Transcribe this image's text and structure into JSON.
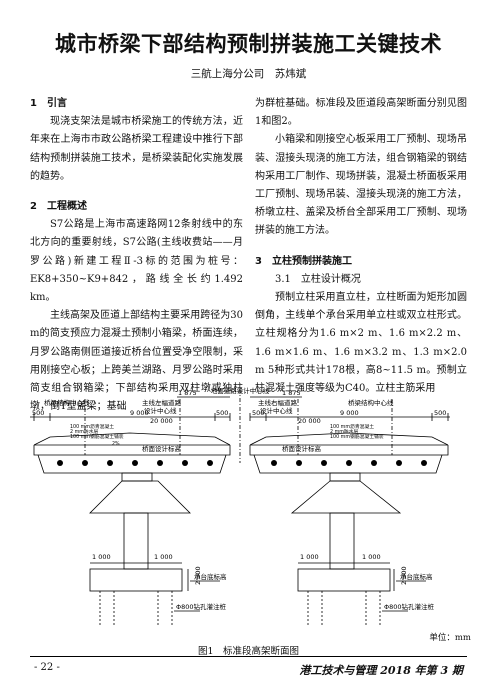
{
  "title": "城市桥梁下部结构预制拼装施工关键技术",
  "author": "三航上海分公司　苏炜斌",
  "left_col": {
    "s1_heading": "1　引言",
    "s1_p1": "现浇支架法是城市桥梁施工的传统方法，近年来在上海市市政公路桥梁工程建设中推行下部结构预制拼装施工技术，是桥梁装配化实施发展的趋势。",
    "s2_heading": "2　工程概述",
    "s2_p1": "S7公路是上海市高速路网12条射线中的东北方向的重要射线，S7公路(主线收费站——月罗公路)新建工程Ⅱ-3标的范围为桩号：EK8+350~K9+842，路线全长约1.492 km。",
    "s2_p2": "主线高架及匝道上部结构主要采用跨径为30 m的简支预应力混凝土预制小箱梁，桥面连续，月罗公路南侧匝道接近桥台位置受净空限制，采用刚接空心板；上跨美兰湖路、月罗公路时采用简支组合钢箱梁；下部结构采用双柱墩或独柱墩，倒T型盖梁；基础"
  },
  "right_col": {
    "p_cont": "为群桩基础。标准段及匝道段高架断面分别见图1和图2。",
    "p_a": "小箱梁和刚接空心板采用工厂预制、现场吊装、湿接头现浇的施工方法，组合钢箱梁的钢结构采用工厂制作、现场拼装，混凝土桥面板采用工厂预制、现场吊装、湿接头现浇的施工方法，桥墩立柱、盖梁及桥台全部采用工厂预制、现场拼装的施工方法。",
    "s3_heading": "3　立柱预制拼装施工",
    "s31_heading": "3.1　立柱设计概况",
    "p_b": "预制立柱采用直立柱，立柱断面为矩形加圆倒角，主线单个承台采用单立柱或双立柱形式。立柱规格分为1.6 m×2 m、1.6 m×2.2 m、1.6 m×1.6 m、1.6 m×3.2 m、1.3 m×2.0 m 5种形式共计178根，高8~11.5 m。预制立柱混凝土强度等级为C40。立柱主筋采用"
  },
  "figure": {
    "top_label": "地面道路设计中心线",
    "left_dim_1875": "1 875",
    "right_dim_1875": "1 875",
    "left_bridge_cl": "桥梁结构中心线",
    "left_main_cl_1": "主线左幅道路",
    "left_main_cl_2": "设计中心线",
    "right_main_cl_1": "主线右幅道路",
    "right_main_cl_2": "设计中心线",
    "right_bridge_cl": "桥梁结构中心线",
    "dim_20000_l": "20 000",
    "dim_20000_r": "20 000",
    "dim_500_1": "500",
    "dim_9000_1": "9 000",
    "dim_500_2": "500",
    "dim_500_3": "500",
    "dim_9000_2": "9 000",
    "dim_500_4": "500",
    "pave_1": "100 mm沥青混凝土",
    "pave_2": "2 mm防水层",
    "pave_3": "100 mm钢筋混凝土铺装",
    "pave_1r": "100 mm沥青混凝土",
    "pave_2r": "2 mm防水层",
    "pave_3r": "100 mm钢筋混凝土铺装",
    "slope": "2%",
    "deck_elev_l": "桥面设计标高",
    "deck_elev_r": "桥面设计标高",
    "cap_dim_1": "1 000",
    "cap_dim_2": "1 000",
    "cap_dim_3": "1 000",
    "cap_dim_4": "1 000",
    "cap_h_l": "2 300",
    "cap_h_r": "2 300",
    "pile_cap_l": "承台底标高",
    "pile_cap_r": "承台底标高",
    "pile_l": "Φ800钻孔灌注桩",
    "pile_r": "Φ800钻孔灌注桩",
    "unit": "单位：mm",
    "caption": "图1　标准段高架断面图"
  },
  "footer": {
    "page": "- 22 -",
    "journal": "港工技术与管理 2018 年第 3 期"
  }
}
